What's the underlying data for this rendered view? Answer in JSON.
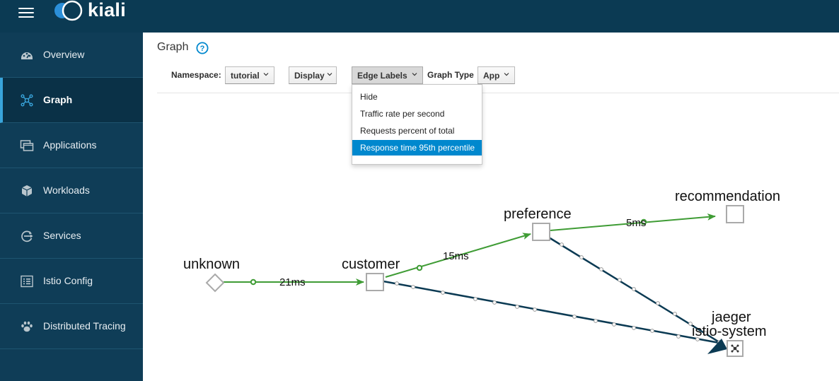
{
  "brand": {
    "name": "kiali"
  },
  "sidebar": {
    "items": [
      {
        "label": "Overview"
      },
      {
        "label": "Graph"
      },
      {
        "label": "Applications"
      },
      {
        "label": "Workloads"
      },
      {
        "label": "Services"
      },
      {
        "label": "Istio Config"
      },
      {
        "label": "Distributed Tracing"
      }
    ],
    "active": "Graph"
  },
  "page": {
    "title": "Graph"
  },
  "toolbar": {
    "namespace_label": "Namespace:",
    "namespace_value": "tutorial",
    "display_label": "Display",
    "edge_labels_label": "Edge Labels",
    "graph_type_label": "Graph Type",
    "graph_type_value": "App"
  },
  "edge_labels_menu": {
    "items": [
      "Hide",
      "Traffic rate per second",
      "Requests percent of total",
      "Response time 95th percentile"
    ],
    "selected": "Response time 95th percentile"
  },
  "graph": {
    "nodes": [
      {
        "name": "unknown",
        "shape": "diamond"
      },
      {
        "name": "customer",
        "shape": "square"
      },
      {
        "name": "preference",
        "shape": "square"
      },
      {
        "name": "recommendation",
        "shape": "square"
      },
      {
        "name": "jaeger",
        "namespace": "istio-system",
        "shape": "square-icon"
      }
    ],
    "edges": [
      {
        "from": "unknown",
        "to": "customer",
        "label": "21ms",
        "status": "healthy"
      },
      {
        "from": "customer",
        "to": "preference",
        "label": "15ms",
        "status": "healthy"
      },
      {
        "from": "preference",
        "to": "recommendation",
        "label": "5ms",
        "status": "healthy"
      },
      {
        "from": "customer",
        "to": "jaeger",
        "label": "",
        "status": "tcp"
      },
      {
        "from": "preference",
        "to": "jaeger",
        "label": "",
        "status": "tcp"
      }
    ],
    "colors": {
      "healthy": "#3f9c35",
      "tcp": "#0b3a53",
      "node_border": "#aaaaaa"
    }
  },
  "theme": {
    "topbar": "#0b3a53",
    "sidebar": "#0f3d57",
    "accent": "#39a5dc",
    "menu_selected": "#0088ce"
  }
}
